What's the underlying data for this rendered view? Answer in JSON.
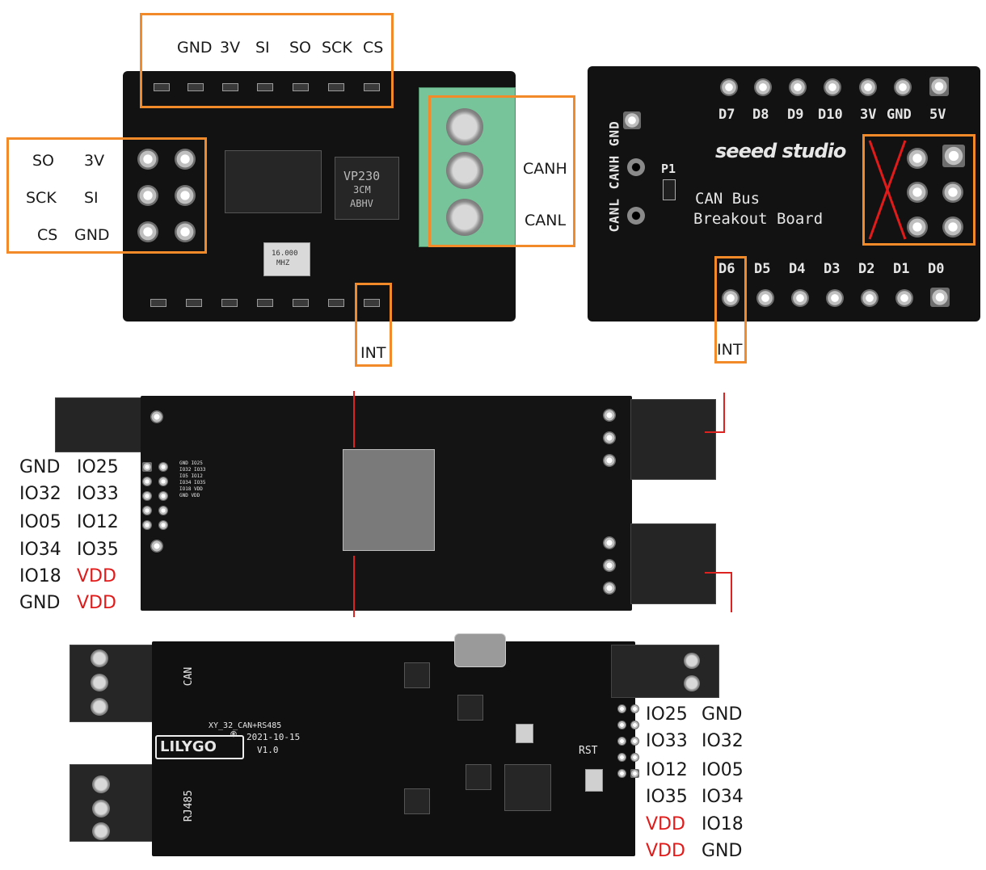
{
  "mcp2515_board": {
    "top_labels": [
      "GND",
      "3V",
      "SI",
      "SO",
      "SCK",
      "CS"
    ],
    "left_labels": [
      "SO",
      "3V",
      "SCK",
      "SI",
      "CS",
      "GND"
    ],
    "terminal_labels": [
      "CANH",
      "CANL"
    ],
    "int_label": "INT",
    "chip_marking": "VP230",
    "chip_marking_2": "3CM",
    "chip_marking_3": "ABHV",
    "crystal_marking": "16.000",
    "crystal_marking_2": "MHZ"
  },
  "seeed_board": {
    "top_pins": [
      "D7",
      "D8",
      "D9",
      "D10",
      "3V",
      "GND",
      "5V"
    ],
    "bottom_pins": [
      "D6",
      "D5",
      "D4",
      "D3",
      "D2",
      "D1",
      "D0"
    ],
    "side_pins": [
      "CANL",
      "CANH",
      "GND"
    ],
    "brand": "seeed studio",
    "title_line1": "CAN Bus",
    "title_line2": "Breakout Board",
    "p1": "P1",
    "int_label": "INT"
  },
  "lilygo_back": {
    "rows": [
      {
        "a": "GND",
        "b": "IO25",
        "b_red": false
      },
      {
        "a": "IO32",
        "b": "IO33",
        "b_red": false
      },
      {
        "a": "IO05",
        "b": "IO12",
        "b_red": false
      },
      {
        "a": "IO34",
        "b": "IO35",
        "b_red": false
      },
      {
        "a": "IO18",
        "b": "VDD",
        "b_red": true
      },
      {
        "a": "GND",
        "b": "VDD",
        "b_red": true
      }
    ],
    "silk": [
      "GND IO25",
      "IO32 IO33",
      "IO5 IO12",
      "IO34 IO35",
      "IO18 VDD",
      "GND VDD"
    ]
  },
  "lilygo_front": {
    "rows": [
      {
        "a": "IO25",
        "b": "GND",
        "a_red": false
      },
      {
        "a": "IO33",
        "b": "IO32",
        "a_red": false
      },
      {
        "a": "IO12",
        "b": "IO05",
        "a_red": false
      },
      {
        "a": "IO35",
        "b": "IO34",
        "a_red": false
      },
      {
        "a": "VDD",
        "b": "IO18",
        "a_red": true
      },
      {
        "a": "VDD",
        "b": "GND",
        "a_red": true
      }
    ],
    "brand": "LILYGO",
    "reg": "®",
    "model": "XY_32_CAN+RS485",
    "date": "2021-10-15",
    "version": "V1.0",
    "can_label": "CAN",
    "rs485_label": "RJ485",
    "rst_label": "RST"
  },
  "colors": {
    "orange_box": "#f28a2a",
    "vdd_red": "#e11a1a",
    "pcb": "#121212"
  }
}
